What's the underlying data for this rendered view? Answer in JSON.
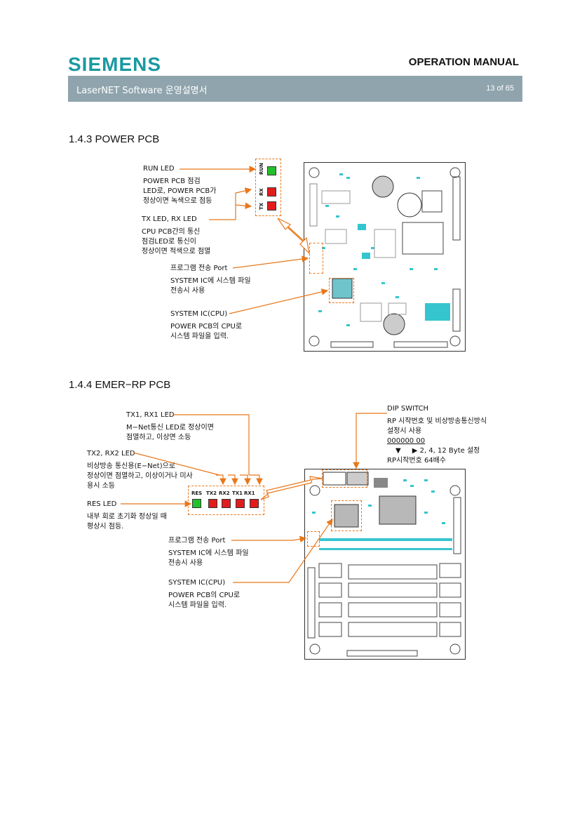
{
  "header": {
    "logo": "SIEMENS",
    "manual_title": "OPERATION MANUAL",
    "doc_title": "LaserNET Software  운영설명서",
    "page": "13 of 65"
  },
  "section1": {
    "title": "1.4.3 POWER PCB",
    "run_led": {
      "title": "RUN LED",
      "lines": [
        "POWER PCB  점검",
        "LED로, POWER PCB가",
        "정상이면  녹색으로  점등"
      ]
    },
    "txrx_led": {
      "title": "TX LED, RX LED",
      "lines": [
        "CPU PCB간의  통신",
        "점검LED로  통신이",
        "정상이면  적색으로  점멸"
      ]
    },
    "program_port": {
      "title": "프로그램  전송  Port",
      "lines": [
        "SYSTEM IC에  시스템  파일",
        "전송시  사용"
      ]
    },
    "system_ic": {
      "title": "SYSTEM IC(CPU)",
      "lines": [
        "POWER PCB의  CPU로",
        "시스템  파일을  입력."
      ]
    },
    "panel_labels": [
      "RUN",
      "RX",
      "TX"
    ]
  },
  "section2": {
    "title": "1.4.4 EMER−RP PCB",
    "tx1rx1_led": {
      "title": "TX1, RX1 LED",
      "lines": [
        "M−Net통신  LED로  정상이면",
        "점멸하고,  이상면  소등"
      ]
    },
    "tx2rx2_led": {
      "title": "TX2, RX2 LED",
      "lines": [
        "비상방송  통신용(E−Net)으로",
        "정상이면  점멸하고,  이상이거나  미사",
        "용시  소등"
      ]
    },
    "res_led": {
      "title": "RES LED",
      "lines": [
        "내부  회로  초기화  정상일  때",
        "평상시  점등."
      ]
    },
    "program_port": {
      "title": "프로그램  전송  Port",
      "lines": [
        "SYSTEM IC에  시스템  파일",
        "전송시  사용"
      ]
    },
    "system_ic": {
      "title": "SYSTEM IC(CPU)",
      "lines": [
        "POWER PCB의  CPU로",
        "시스템  파일을  입력."
      ]
    },
    "dip_switch": {
      "title": "DIP SWITCH",
      "line1": "RP  시작번호  및  비상방송통신방식",
      "line2": "설정시  사용",
      "line3": "000000 00",
      "line4_arrow_left": "▼",
      "line4_arrow_right": "▶",
      "line4_text": "2, 4, 12 Byte  설정",
      "line5": "RP시작번호  64배수"
    },
    "panel_labels": [
      "RES",
      "TX2",
      "RX2",
      "TX1",
      "RX1"
    ]
  },
  "colors": {
    "accent": "#1a9aa0",
    "bar": "#8fa4ad",
    "callout": "#e8771a",
    "led_green": "#22c02a",
    "led_red": "#e21c1c"
  }
}
